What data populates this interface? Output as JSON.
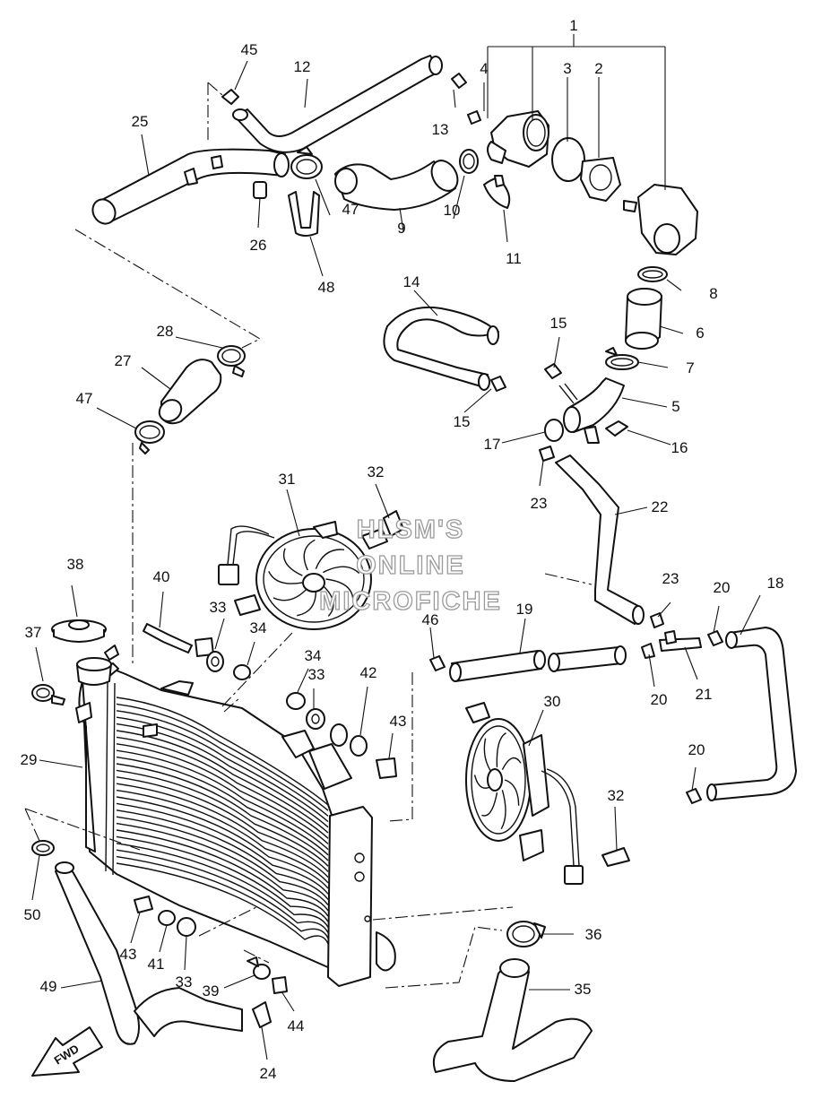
{
  "watermark": {
    "lines": [
      "HLSM'S",
      "ONLINE",
      "MICROFICHE"
    ]
  },
  "direction_badge": {
    "label": "FWD"
  },
  "callouts": [
    {
      "id": "c1",
      "label": "1"
    },
    {
      "id": "c2",
      "label": "2"
    },
    {
      "id": "c3",
      "label": "3"
    },
    {
      "id": "c4",
      "label": "4"
    },
    {
      "id": "c5",
      "label": "5"
    },
    {
      "id": "c6",
      "label": "6"
    },
    {
      "id": "c7",
      "label": "7"
    },
    {
      "id": "c8",
      "label": "8"
    },
    {
      "id": "c9",
      "label": "9"
    },
    {
      "id": "c10",
      "label": "10"
    },
    {
      "id": "c11",
      "label": "11"
    },
    {
      "id": "c12",
      "label": "12"
    },
    {
      "id": "c13",
      "label": "13"
    },
    {
      "id": "c14",
      "label": "14"
    },
    {
      "id": "c15a",
      "label": "15"
    },
    {
      "id": "c15b",
      "label": "15"
    },
    {
      "id": "c16",
      "label": "16"
    },
    {
      "id": "c17",
      "label": "17"
    },
    {
      "id": "c18",
      "label": "18"
    },
    {
      "id": "c19",
      "label": "19"
    },
    {
      "id": "c20a",
      "label": "20"
    },
    {
      "id": "c20b",
      "label": "20"
    },
    {
      "id": "c20c",
      "label": "20"
    },
    {
      "id": "c21",
      "label": "21"
    },
    {
      "id": "c22",
      "label": "22"
    },
    {
      "id": "c23a",
      "label": "23"
    },
    {
      "id": "c23b",
      "label": "23"
    },
    {
      "id": "c24",
      "label": "24"
    },
    {
      "id": "c25",
      "label": "25"
    },
    {
      "id": "c26",
      "label": "26"
    },
    {
      "id": "c27",
      "label": "27"
    },
    {
      "id": "c28",
      "label": "28"
    },
    {
      "id": "c29",
      "label": "29"
    },
    {
      "id": "c30",
      "label": "30"
    },
    {
      "id": "c31",
      "label": "31"
    },
    {
      "id": "c32a",
      "label": "32"
    },
    {
      "id": "c32b",
      "label": "32"
    },
    {
      "id": "c33a",
      "label": "33"
    },
    {
      "id": "c33b",
      "label": "33"
    },
    {
      "id": "c33c",
      "label": "33"
    },
    {
      "id": "c34a",
      "label": "34"
    },
    {
      "id": "c34b",
      "label": "34"
    },
    {
      "id": "c35",
      "label": "35"
    },
    {
      "id": "c36",
      "label": "36"
    },
    {
      "id": "c37",
      "label": "37"
    },
    {
      "id": "c38",
      "label": "38"
    },
    {
      "id": "c39",
      "label": "39"
    },
    {
      "id": "c40",
      "label": "40"
    },
    {
      "id": "c41",
      "label": "41"
    },
    {
      "id": "c42",
      "label": "42"
    },
    {
      "id": "c43a",
      "label": "43"
    },
    {
      "id": "c43b",
      "label": "43"
    },
    {
      "id": "c44",
      "label": "44"
    },
    {
      "id": "c45",
      "label": "45"
    },
    {
      "id": "c46",
      "label": "46"
    },
    {
      "id": "c47a",
      "label": "47"
    },
    {
      "id": "c47b",
      "label": "47"
    },
    {
      "id": "c48",
      "label": "48"
    },
    {
      "id": "c49",
      "label": "49"
    },
    {
      "id": "c50",
      "label": "50"
    }
  ]
}
